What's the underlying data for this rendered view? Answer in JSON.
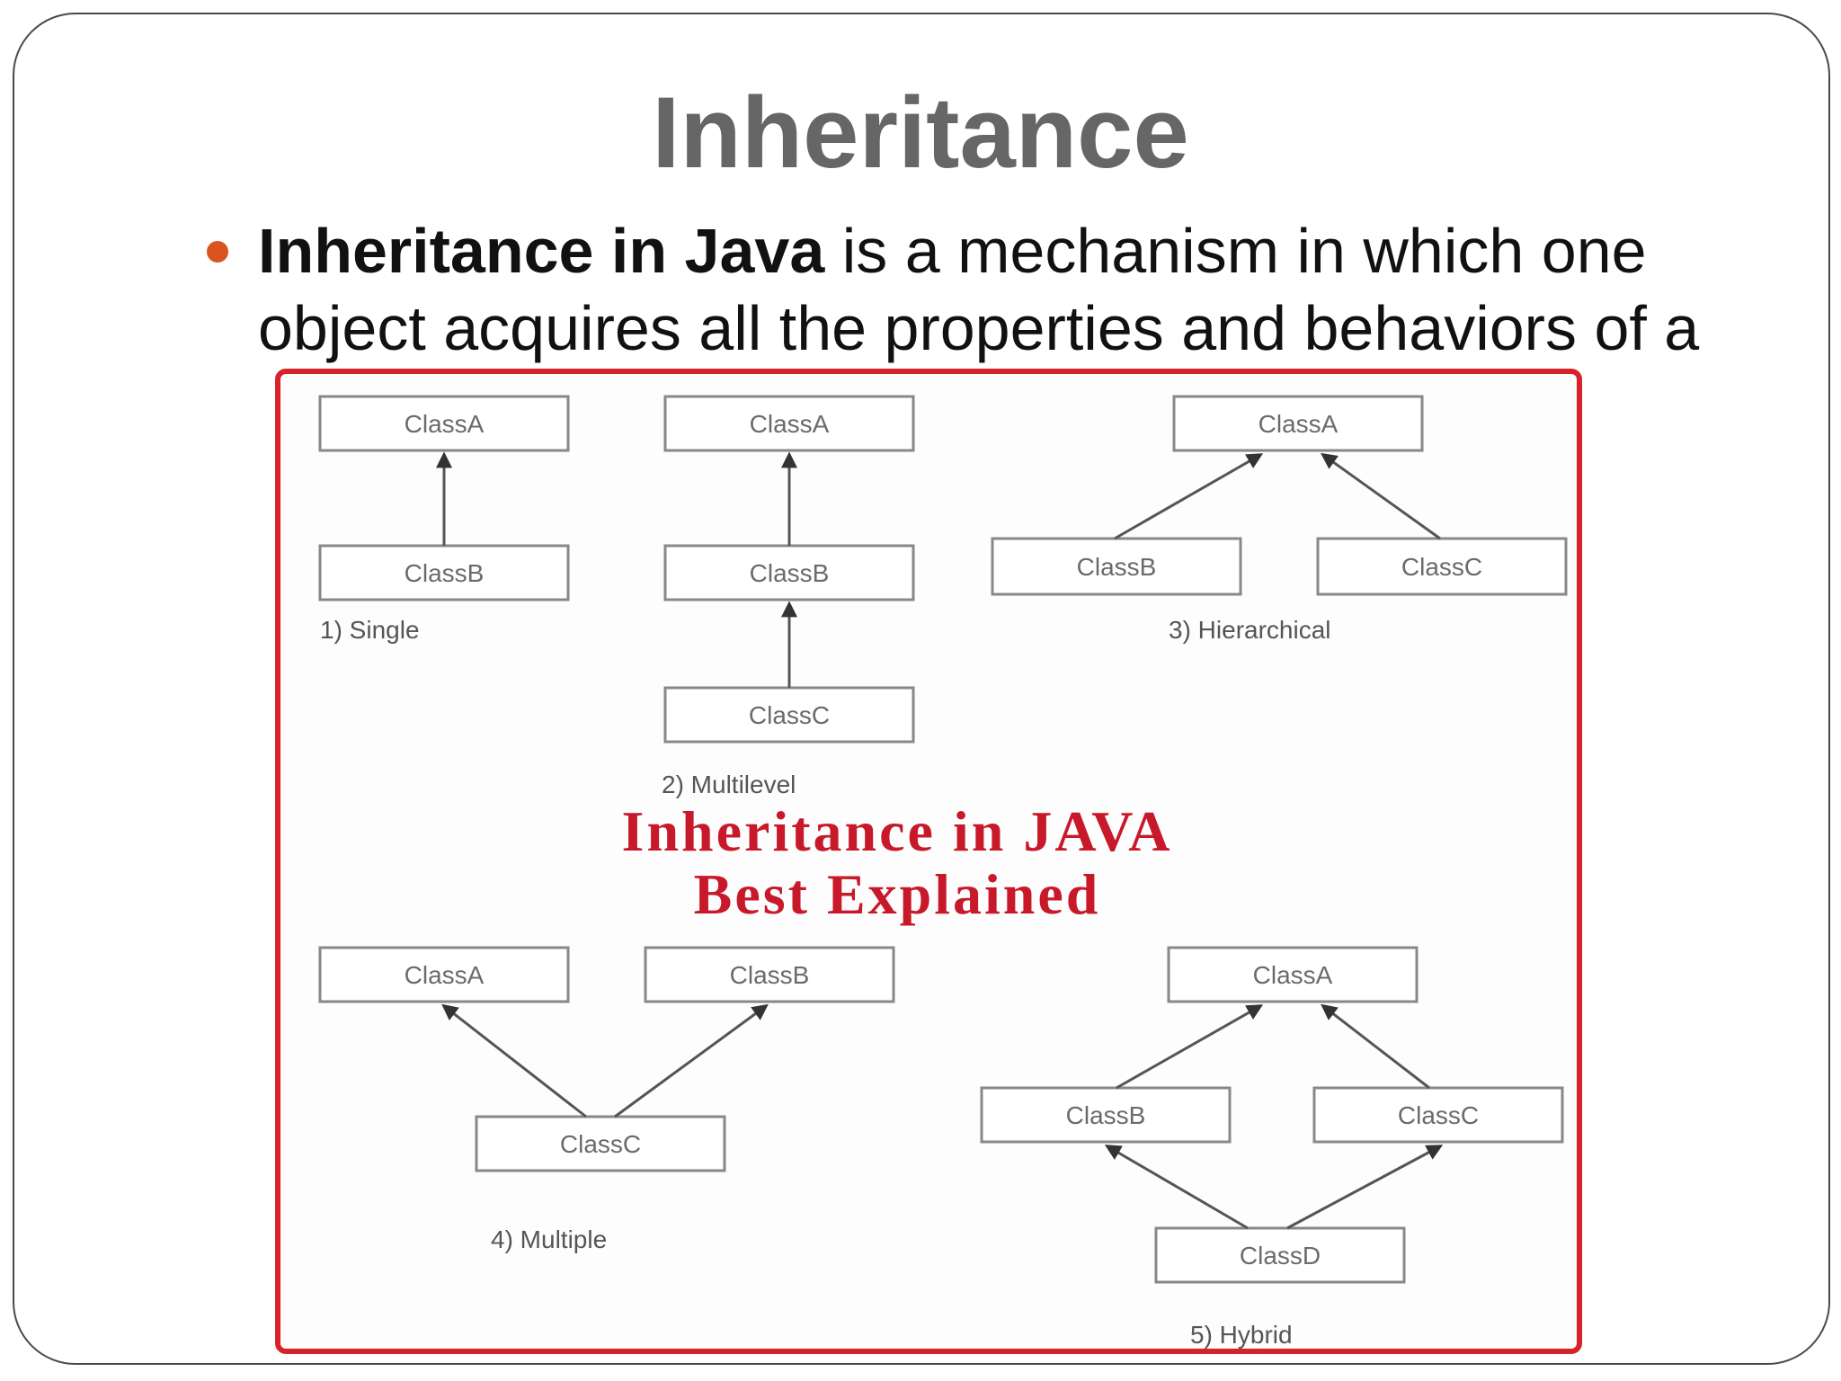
{
  "slide": {
    "title": "Inheritance",
    "bullet": {
      "bold": "Inheritance in Java",
      "rest": " is a mechanism in which one object acquires all the properties and behaviors of a"
    }
  },
  "diagram": {
    "headline_line1": "Inheritance in JAVA",
    "headline_line2": "Best Explained",
    "single": {
      "caption": "1) Single",
      "a": "ClassA",
      "b": "ClassB"
    },
    "multilevel": {
      "caption": "2) Multilevel",
      "a": "ClassA",
      "b": "ClassB",
      "c": "ClassC"
    },
    "hierarchical": {
      "caption": "3) Hierarchical",
      "a": "ClassA",
      "b": "ClassB",
      "c": "ClassC"
    },
    "multiple": {
      "caption": "4) Multiple",
      "a": "ClassA",
      "b": "ClassB",
      "c": "ClassC"
    },
    "hybrid": {
      "caption": "5) Hybrid",
      "a": "ClassA",
      "b": "ClassB",
      "c": "ClassC",
      "d": "ClassD"
    },
    "colors": {
      "frame": "#d8222a",
      "headline": "#c8192a",
      "bullet": "#d9541e",
      "title": "#666666"
    }
  }
}
